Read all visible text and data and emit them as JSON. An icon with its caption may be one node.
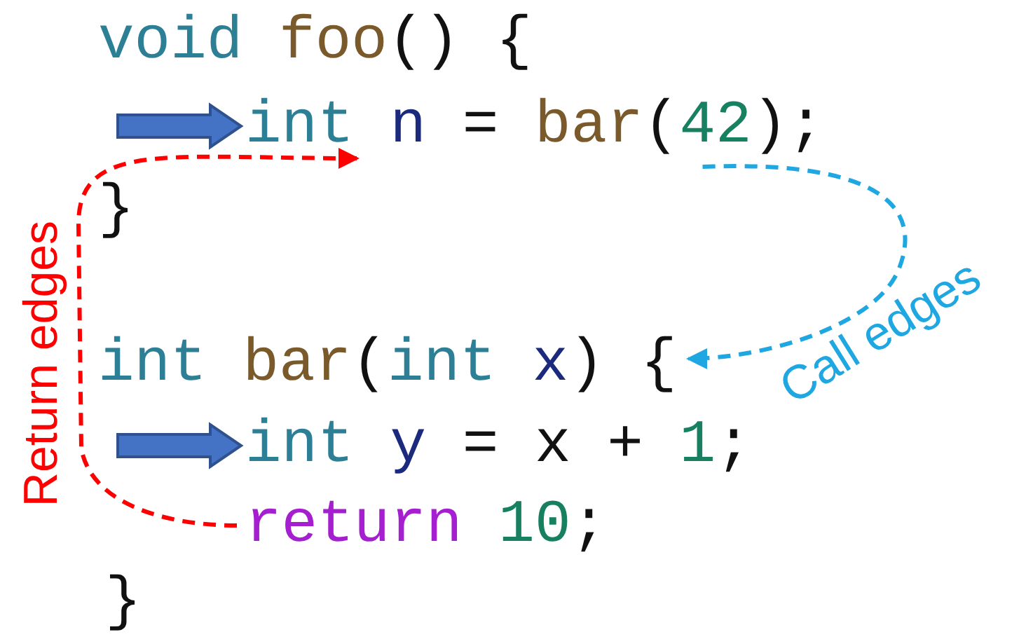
{
  "diagram": {
    "nodes": [
      {
        "text": [
          "void foo() {"
        ]
      },
      {
        "text": [
          "int n = bar(42);"
        ]
      },
      {
        "text": [
          "}"
        ]
      },
      {
        "text": [
          "int bar(int x) {"
        ]
      },
      {
        "text": [
          "int y = x + 1;"
        ]
      },
      {
        "text": [
          "return 10;"
        ]
      },
      {
        "text": [
          "}"
        ]
      }
    ],
    "edges": [
      {
        "from": null,
        "to": 1,
        "arrow": "to",
        "style": "thick",
        "color": "#4472c4"
      },
      {
        "from": null,
        "to": 4,
        "arrow": "to",
        "style": "thick",
        "color": "#4472c4"
      },
      {
        "from": 1,
        "to": 3,
        "arrow": "to",
        "style": "dashed",
        "color": "#1ea7e1"
      },
      {
        "from": 5,
        "to": 1,
        "arrow": "to",
        "style": "dashed",
        "color": "#ff0000"
      }
    ],
    "labels": [
      "Return edges",
      "Call edges"
    ]
  }
}
